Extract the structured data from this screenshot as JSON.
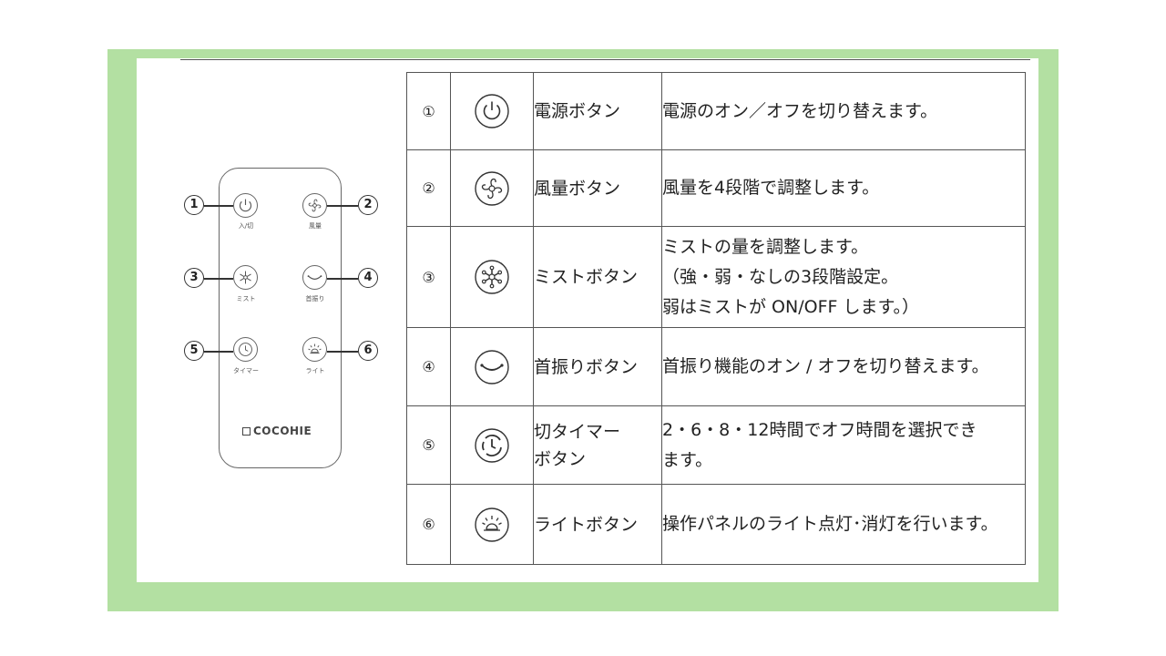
{
  "remote": {
    "brand": "COCOHIE",
    "buttons": [
      {
        "num": "1",
        "label": "入/切",
        "icon": "power-icon"
      },
      {
        "num": "2",
        "label": "風量",
        "icon": "fan-icon"
      },
      {
        "num": "3",
        "label": "ミスト",
        "icon": "mist-snowflake-icon"
      },
      {
        "num": "4",
        "label": "首振り",
        "icon": "swing-icon"
      },
      {
        "num": "5",
        "label": "タイマー",
        "icon": "timer-icon"
      },
      {
        "num": "6",
        "label": "ライト",
        "icon": "light-icon"
      }
    ]
  },
  "table": {
    "rows": [
      {
        "num": "①",
        "icon": "power-icon",
        "name": "電源ボタン",
        "desc": [
          "電源のオン／オフを切り替えます。"
        ]
      },
      {
        "num": "②",
        "icon": "fan-icon",
        "name": "風量ボタン",
        "desc": [
          "風量を4段階で調整します。"
        ]
      },
      {
        "num": "③",
        "icon": "mist-snowflake-icon",
        "name": "ミストボタン",
        "desc": [
          "ミストの量を調整します。",
          "（強・弱・なしの3段階設定。",
          "弱はミストが ON/OFF します。）"
        ]
      },
      {
        "num": "④",
        "icon": "swing-icon",
        "name": "首振りボタン",
        "desc": [
          "首振り機能のオン / オフを切り替えます。"
        ]
      },
      {
        "num": "⑤",
        "icon": "timer-icon",
        "name": [
          "切タイマー",
          "ボタン"
        ],
        "desc": [
          "2・6・8・12時間でオフ時間を選択でき",
          "ます。"
        ]
      },
      {
        "num": "⑥",
        "icon": "light-icon",
        "name": "ライトボタン",
        "desc": [
          "操作パネルのライト点灯･消灯を行います。"
        ]
      }
    ]
  }
}
